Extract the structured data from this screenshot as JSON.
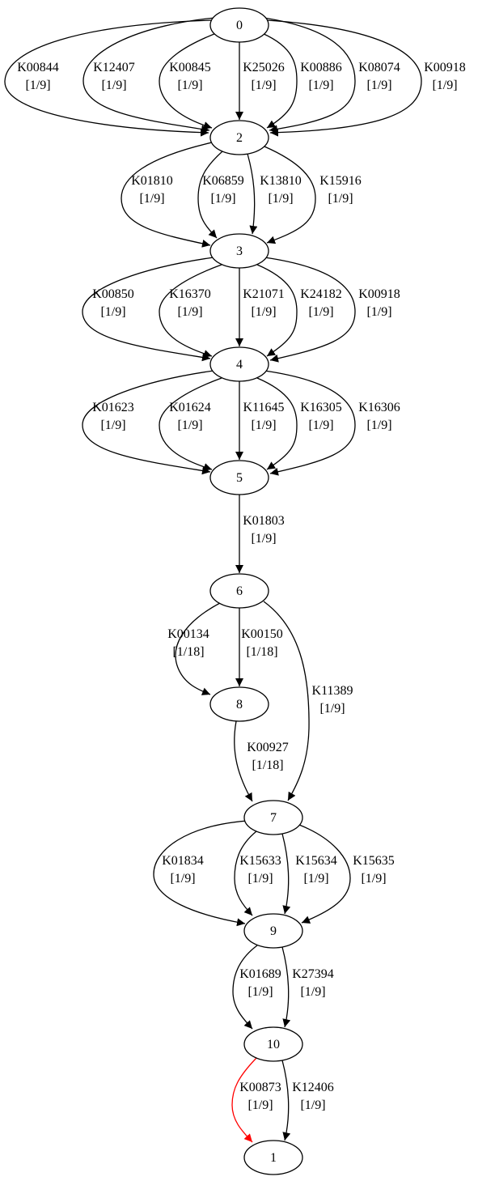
{
  "graph": {
    "type": "directed",
    "highlight_color": "#ff0000",
    "edge_color": "#000000",
    "nodes": [
      "0",
      "2",
      "3",
      "4",
      "5",
      "6",
      "8",
      "7",
      "9",
      "10",
      "1"
    ],
    "edges": [
      {
        "from": "0",
        "to": "2",
        "ko": "K00844",
        "frac": "[1/9]"
      },
      {
        "from": "0",
        "to": "2",
        "ko": "K12407",
        "frac": "[1/9]"
      },
      {
        "from": "0",
        "to": "2",
        "ko": "K00845",
        "frac": "[1/9]"
      },
      {
        "from": "0",
        "to": "2",
        "ko": "K25026",
        "frac": "[1/9]"
      },
      {
        "from": "0",
        "to": "2",
        "ko": "K00886",
        "frac": "[1/9]"
      },
      {
        "from": "0",
        "to": "2",
        "ko": "K08074",
        "frac": "[1/9]"
      },
      {
        "from": "0",
        "to": "2",
        "ko": "K00918",
        "frac": "[1/9]"
      },
      {
        "from": "2",
        "to": "3",
        "ko": "K01810",
        "frac": "[1/9]"
      },
      {
        "from": "2",
        "to": "3",
        "ko": "K06859",
        "frac": "[1/9]"
      },
      {
        "from": "2",
        "to": "3",
        "ko": "K13810",
        "frac": "[1/9]"
      },
      {
        "from": "2",
        "to": "3",
        "ko": "K15916",
        "frac": "[1/9]"
      },
      {
        "from": "3",
        "to": "4",
        "ko": "K00850",
        "frac": "[1/9]"
      },
      {
        "from": "3",
        "to": "4",
        "ko": "K16370",
        "frac": "[1/9]"
      },
      {
        "from": "3",
        "to": "4",
        "ko": "K21071",
        "frac": "[1/9]"
      },
      {
        "from": "3",
        "to": "4",
        "ko": "K24182",
        "frac": "[1/9]"
      },
      {
        "from": "3",
        "to": "4",
        "ko": "K00918",
        "frac": "[1/9]"
      },
      {
        "from": "4",
        "to": "5",
        "ko": "K01623",
        "frac": "[1/9]"
      },
      {
        "from": "4",
        "to": "5",
        "ko": "K01624",
        "frac": "[1/9]"
      },
      {
        "from": "4",
        "to": "5",
        "ko": "K11645",
        "frac": "[1/9]"
      },
      {
        "from": "4",
        "to": "5",
        "ko": "K16305",
        "frac": "[1/9]"
      },
      {
        "from": "4",
        "to": "5",
        "ko": "K16306",
        "frac": "[1/9]"
      },
      {
        "from": "5",
        "to": "6",
        "ko": "K01803",
        "frac": "[1/9]"
      },
      {
        "from": "6",
        "to": "8",
        "ko": "K00134",
        "frac": "[1/18]"
      },
      {
        "from": "6",
        "to": "8",
        "ko": "K00150",
        "frac": "[1/18]"
      },
      {
        "from": "6",
        "to": "7",
        "ko": "K11389",
        "frac": "[1/9]"
      },
      {
        "from": "8",
        "to": "7",
        "ko": "K00927",
        "frac": "[1/18]"
      },
      {
        "from": "7",
        "to": "9",
        "ko": "K01834",
        "frac": "[1/9]"
      },
      {
        "from": "7",
        "to": "9",
        "ko": "K15633",
        "frac": "[1/9]"
      },
      {
        "from": "7",
        "to": "9",
        "ko": "K15634",
        "frac": "[1/9]"
      },
      {
        "from": "7",
        "to": "9",
        "ko": "K15635",
        "frac": "[1/9]"
      },
      {
        "from": "9",
        "to": "10",
        "ko": "K01689",
        "frac": "[1/9]"
      },
      {
        "from": "9",
        "to": "10",
        "ko": "K27394",
        "frac": "[1/9]"
      },
      {
        "from": "10",
        "to": "1",
        "ko": "K00873",
        "frac": "[1/9]",
        "highlighted": true
      },
      {
        "from": "10",
        "to": "1",
        "ko": "K12406",
        "frac": "[1/9]"
      }
    ]
  }
}
